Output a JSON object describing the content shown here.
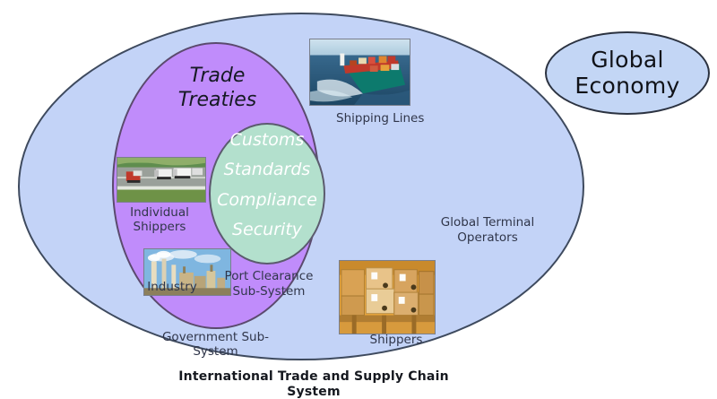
{
  "diagram": {
    "caption": "International Trade and Supply Chain System",
    "outer_system": {
      "name": "International Trade and Supply Chain System",
      "fill_color": "#c3d3f7",
      "border_color": "#3e4a5e"
    },
    "government_subsystem": {
      "label": "Government Sub-System",
      "headline": "Trade\nTreaties",
      "fill_color": "#c08cfb",
      "border_color": "#5b4a6e"
    },
    "port_clearance_subsystem": {
      "label": "Port Clearance Sub-System",
      "terms": "Customs\nStandards\nCompliance\nSecurity",
      "fill_color": "#b3e0cd",
      "border_color": "#5b5b6e"
    },
    "global_economy": {
      "label": "Global\nEconomy",
      "fill_color": "#c3d6f5",
      "border_color": "#2b3240"
    },
    "actors": [
      {
        "id": "shipping-lines",
        "label": "Shipping Lines",
        "image": "container-ship-photo"
      },
      {
        "id": "individual-shippers",
        "label": "Individual\nShippers",
        "image": "highway-trucks-photo"
      },
      {
        "id": "industry",
        "label": "Industry",
        "image": "industrial-plant-photo"
      },
      {
        "id": "global-terminal-operators",
        "label": "Global Terminal\nOperators",
        "image": null
      },
      {
        "id": "shippers",
        "label": "Shippers",
        "image": "cargo-boxes-photo"
      }
    ]
  }
}
